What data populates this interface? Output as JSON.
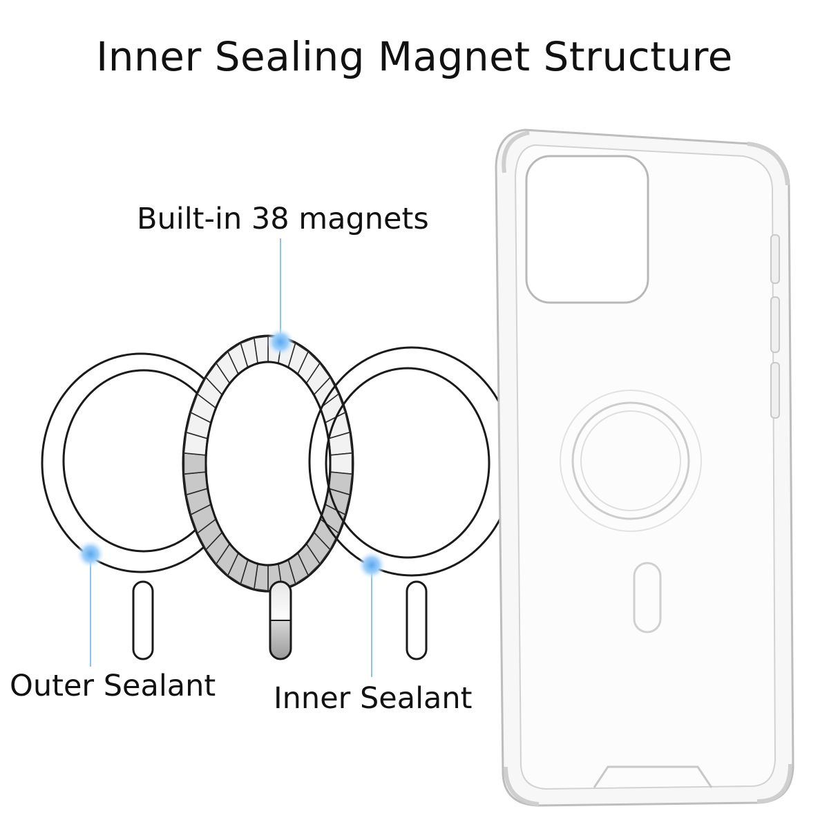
{
  "title": "Inner Sealing Magnet Structure",
  "callouts": {
    "magnets": "Built-in 38 magnets",
    "outer_sealant": "Outer Sealant",
    "inner_sealant": "Inner Sealant"
  },
  "colors": {
    "accent_dot": "#8cc4f5",
    "callout_line": "#8ec2ee",
    "magnet_fill": "#c8c8c8",
    "case_outline": "#c4c4c4"
  },
  "magnet_ring": {
    "magnet_count": 38
  }
}
